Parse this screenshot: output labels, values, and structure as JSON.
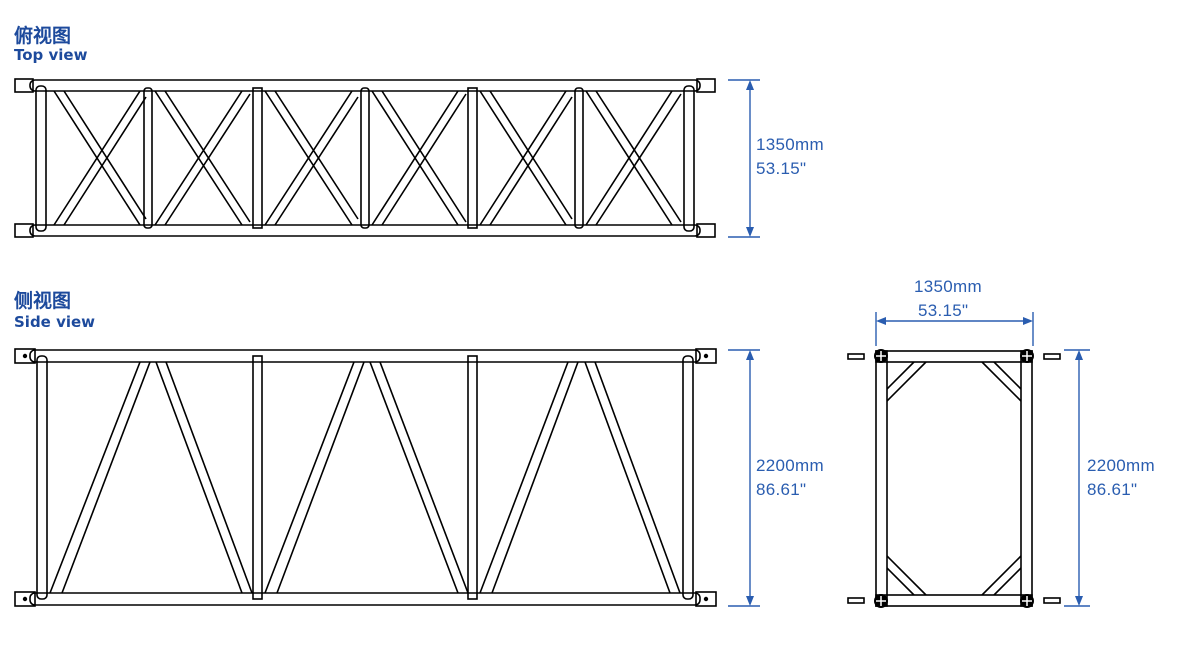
{
  "top_view": {
    "title_cn": "俯视图",
    "title_en": "Top view",
    "dim_mm": "1350mm",
    "dim_in": "53.15\""
  },
  "side_view": {
    "title_cn": "侧视图",
    "title_en": "Side view",
    "dim_mm": "2200mm",
    "dim_in": "86.61\""
  },
  "end_view": {
    "width_mm": "1350mm",
    "width_in": "53.15\"",
    "height_mm": "2200mm",
    "height_in": "86.61\""
  },
  "colors": {
    "label_blue": "#1d4a9c",
    "dimension_blue": "#2a5db0",
    "line": "#000000"
  }
}
